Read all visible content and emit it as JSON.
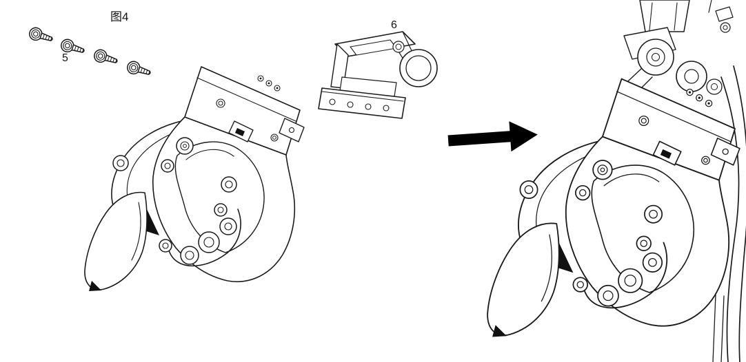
{
  "figure": {
    "title": "图4",
    "background": "#ffffff",
    "line_color": "#1a1a1a",
    "arrow_color": "#000000",
    "parts": [
      {
        "label": "5",
        "name": "socket-head-screws"
      },
      {
        "label": "6",
        "name": "mounting-bracket"
      }
    ],
    "left_view": "gripper-disassembled",
    "right_view": "gripper-assembled-on-arm"
  }
}
